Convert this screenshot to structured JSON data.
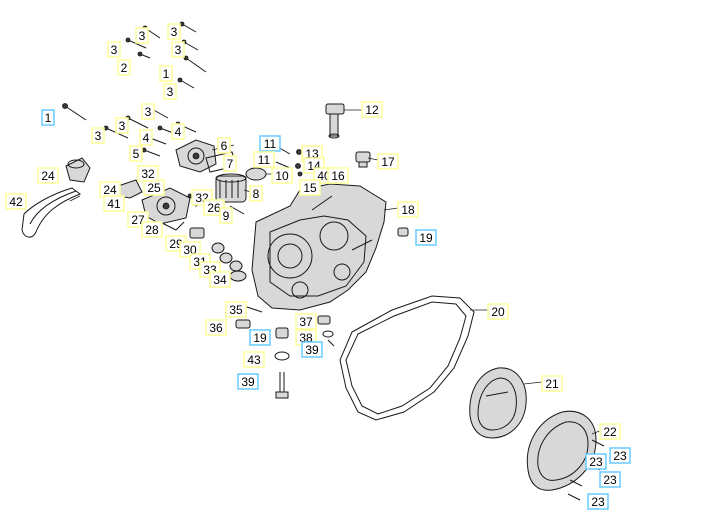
{
  "colors": {
    "box_yellow": "#ffff99",
    "box_cyan": "#66ccff",
    "line": "#1a1a1a"
  },
  "callouts": [
    {
      "id": "c1",
      "text": "3",
      "style": "yellow"
    },
    {
      "id": "c2",
      "text": "3",
      "style": "yellow"
    },
    {
      "id": "c3",
      "text": "3",
      "style": "yellow"
    },
    {
      "id": "c4",
      "text": "3",
      "style": "yellow"
    },
    {
      "id": "c5",
      "text": "2",
      "style": "yellow"
    },
    {
      "id": "c6",
      "text": "1",
      "style": "yellow"
    },
    {
      "id": "c7",
      "text": "3",
      "style": "yellow"
    },
    {
      "id": "c8",
      "text": "1",
      "style": "cyan"
    },
    {
      "id": "c9",
      "text": "3",
      "style": "yellow"
    },
    {
      "id": "c10",
      "text": "3",
      "style": "yellow"
    },
    {
      "id": "c11",
      "text": "3",
      "style": "yellow"
    },
    {
      "id": "c12",
      "text": "4",
      "style": "yellow"
    },
    {
      "id": "c13",
      "text": "4",
      "style": "yellow"
    },
    {
      "id": "c14",
      "text": "5",
      "style": "yellow"
    },
    {
      "id": "c15",
      "text": "6",
      "style": "yellow"
    },
    {
      "id": "c16",
      "text": "7",
      "style": "yellow"
    },
    {
      "id": "c17",
      "text": "24",
      "style": "yellow"
    },
    {
      "id": "c18",
      "text": "42",
      "style": "yellow"
    },
    {
      "id": "c19",
      "text": "24",
      "style": "yellow"
    },
    {
      "id": "c20",
      "text": "25",
      "style": "yellow"
    },
    {
      "id": "c21",
      "text": "41",
      "style": "yellow"
    },
    {
      "id": "c22",
      "text": "27",
      "style": "yellow"
    },
    {
      "id": "c23",
      "text": "28",
      "style": "yellow"
    },
    {
      "id": "c24",
      "text": "32",
      "style": "yellow"
    },
    {
      "id": "c25",
      "text": "32",
      "style": "yellow"
    },
    {
      "id": "c26",
      "text": "26",
      "style": "yellow"
    },
    {
      "id": "c27",
      "text": "8",
      "style": "yellow"
    },
    {
      "id": "c28",
      "text": "9",
      "style": "yellow"
    },
    {
      "id": "c29",
      "text": "29",
      "style": "yellow"
    },
    {
      "id": "c30",
      "text": "30",
      "style": "yellow"
    },
    {
      "id": "c31",
      "text": "31",
      "style": "yellow"
    },
    {
      "id": "c32",
      "text": "33",
      "style": "yellow"
    },
    {
      "id": "c33",
      "text": "34",
      "style": "yellow"
    },
    {
      "id": "c34",
      "text": "35",
      "style": "yellow"
    },
    {
      "id": "c35",
      "text": "36",
      "style": "yellow"
    },
    {
      "id": "c36",
      "text": "19",
      "style": "cyan"
    },
    {
      "id": "c37",
      "text": "43",
      "style": "yellow"
    },
    {
      "id": "c38",
      "text": "39",
      "style": "cyan"
    },
    {
      "id": "c39",
      "text": "11",
      "style": "cyan"
    },
    {
      "id": "c40",
      "text": "11",
      "style": "yellow"
    },
    {
      "id": "c41",
      "text": "10",
      "style": "yellow"
    },
    {
      "id": "c42",
      "text": "12",
      "style": "yellow"
    },
    {
      "id": "c43",
      "text": "13",
      "style": "yellow"
    },
    {
      "id": "c44",
      "text": "14",
      "style": "yellow"
    },
    {
      "id": "c45",
      "text": "40",
      "style": "yellow"
    },
    {
      "id": "c46",
      "text": "16",
      "style": "yellow"
    },
    {
      "id": "c47",
      "text": "15",
      "style": "yellow"
    },
    {
      "id": "c48",
      "text": "17",
      "style": "yellow"
    },
    {
      "id": "c49",
      "text": "18",
      "style": "yellow"
    },
    {
      "id": "c50",
      "text": "19",
      "style": "cyan"
    },
    {
      "id": "c51",
      "text": "37",
      "style": "yellow"
    },
    {
      "id": "c52",
      "text": "38",
      "style": "yellow"
    },
    {
      "id": "c53",
      "text": "39",
      "style": "cyan"
    },
    {
      "id": "c54",
      "text": "20",
      "style": "yellow"
    },
    {
      "id": "c55",
      "text": "21",
      "style": "yellow"
    },
    {
      "id": "c56",
      "text": "22",
      "style": "yellow"
    },
    {
      "id": "c57",
      "text": "23",
      "style": "cyan"
    },
    {
      "id": "c58",
      "text": "23",
      "style": "cyan"
    },
    {
      "id": "c59",
      "text": "23",
      "style": "cyan"
    },
    {
      "id": "c60",
      "text": "23",
      "style": "cyan"
    }
  ]
}
